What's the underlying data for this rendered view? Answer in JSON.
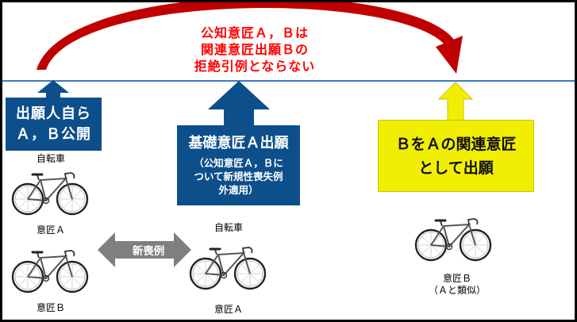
{
  "note": {
    "line1": "公知意匠Ａ，Ｂは",
    "line2": "関連意匠出願Ｂの",
    "line3": "拒絶引例とならない"
  },
  "left_box": {
    "line1": "出願人自ら",
    "line2": "Ａ，Ｂ公開"
  },
  "center_box": {
    "title": "基礎意匠Ａ出願",
    "sub_line1": "（公知意匠Ａ，Ｂに",
    "sub_line2": "ついて新規性喪失例",
    "sub_line3": "外適用）"
  },
  "right_box": {
    "line1": "ＢをＡの関連意匠",
    "line2": "として出願"
  },
  "left_bikes": {
    "top_caption": "自転車",
    "bike_a_label": "意匠Ａ",
    "bike_b_label": "意匠Ｂ"
  },
  "exchange_arrow": {
    "label": "新喪例"
  },
  "center_bike": {
    "top_caption": "自転車",
    "label": "意匠Ａ"
  },
  "right_bike": {
    "label_line1": "意匠Ｂ",
    "label_line2": "（Ａと類似）"
  },
  "colors": {
    "note_red": "#ff0000",
    "arc_red": "#cc0000",
    "navy": "#0d4f8b",
    "yellow": "#f2ee03",
    "gray_arrow": "#7f7f7f",
    "timeline_blue": "#3f79b8"
  }
}
